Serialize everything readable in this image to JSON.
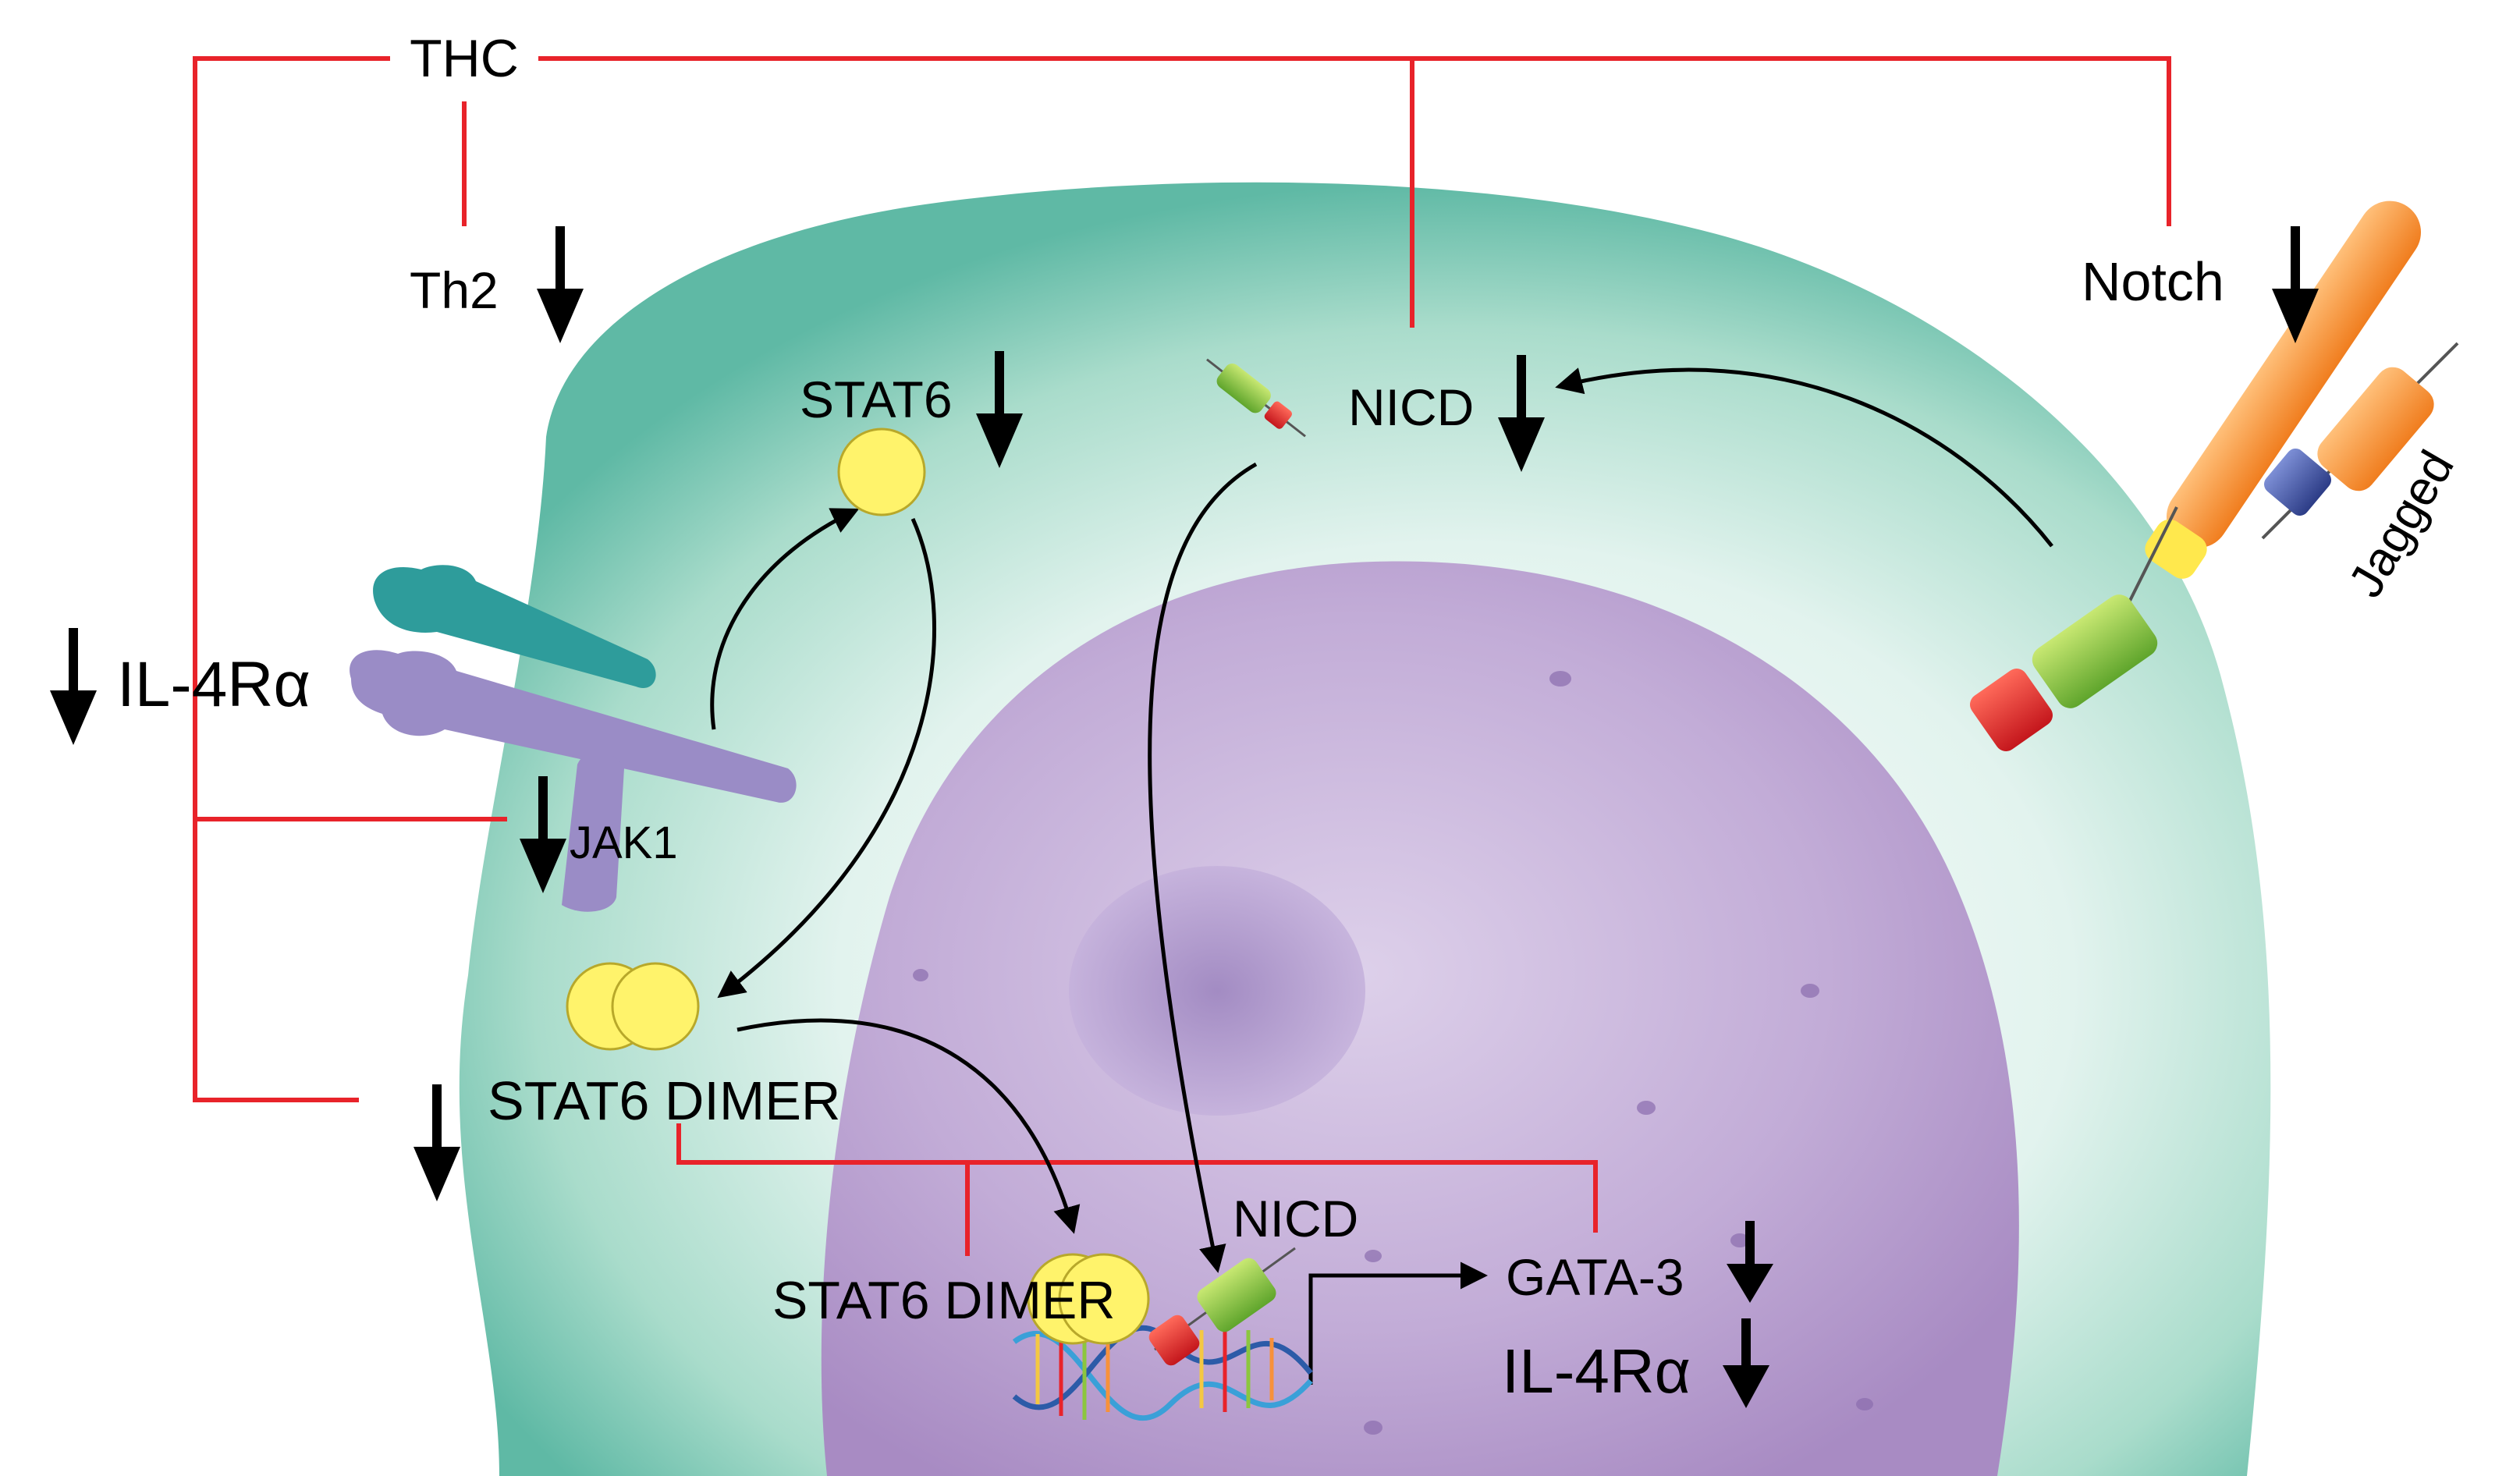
{
  "labels": {
    "thc": "THC",
    "th2": "Th2",
    "stat6": "STAT6",
    "nicd_cytoplasm": "NICD",
    "notch": "Notch",
    "jagged": "Jagged",
    "il4ra_left": "IL-4Rα",
    "jak1": "JAK1",
    "stat6_dimer_cytoplasm": "STAT6 DIMER",
    "nicd_nucleus": "NICD",
    "stat6_dimer_nucleus": "STAT6 DIMER",
    "gata3": "GATA-3",
    "il4ra_nucleus": "IL-4Rα"
  },
  "colors": {
    "inhibition_line": "#e8232a",
    "arrow": "#000000",
    "cell_cytoplasm": "#a9dccb",
    "nucleus": "#b49bcc",
    "stat6": "#fff36b",
    "receptor_teal": "#2e9c9b",
    "receptor_purple": "#9a8cc6",
    "notch_orange": "#f7913a",
    "nicd_green": "#8cc63e",
    "nicd_red": "#e8232a",
    "jagged_blue": "#3a4fa0"
  }
}
